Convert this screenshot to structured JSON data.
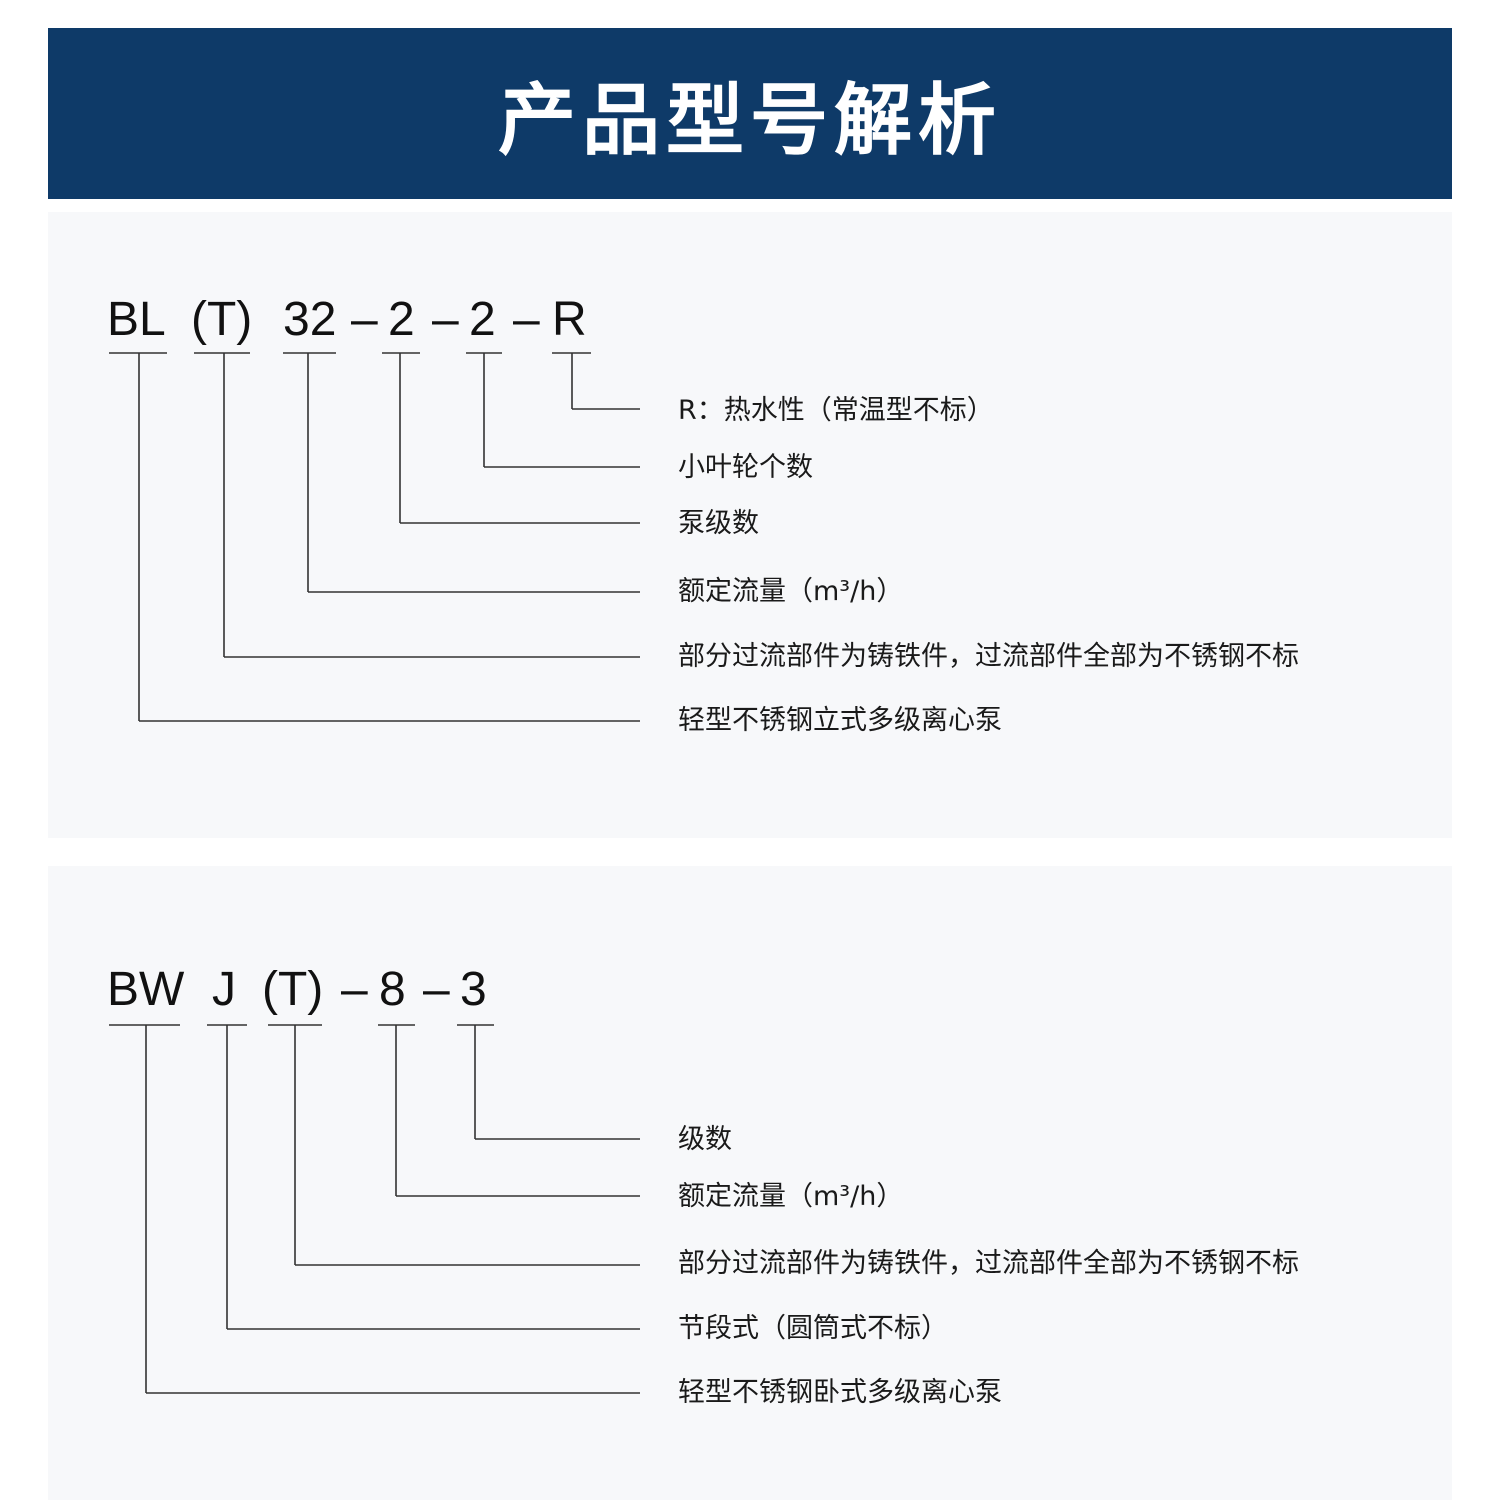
{
  "banner": {
    "title": "产品型号解析"
  },
  "models": [
    {
      "code_tokens": [
        "BL",
        "(T)",
        "32",
        "–",
        "2",
        "–",
        "2",
        "–",
        "R"
      ],
      "descriptions": [
        "R：热水性（常温型不标）",
        "小叶轮个数",
        "泵级数",
        "额定流量（m³/h）",
        "部分过流部件为铸铁件，过流部件全部为不锈钢不标",
        "轻型不锈钢立式多级离心泵"
      ]
    },
    {
      "code_tokens": [
        "BW",
        "J",
        "(T)",
        "–",
        "8",
        "–",
        "3"
      ],
      "descriptions": [
        "级数",
        "额定流量（m³/h）",
        "部分过流部件为铸铁件，过流部件全部为不锈钢不标",
        "节段式（圆筒式不标）",
        "轻型不锈钢卧式多级离心泵"
      ]
    }
  ]
}
